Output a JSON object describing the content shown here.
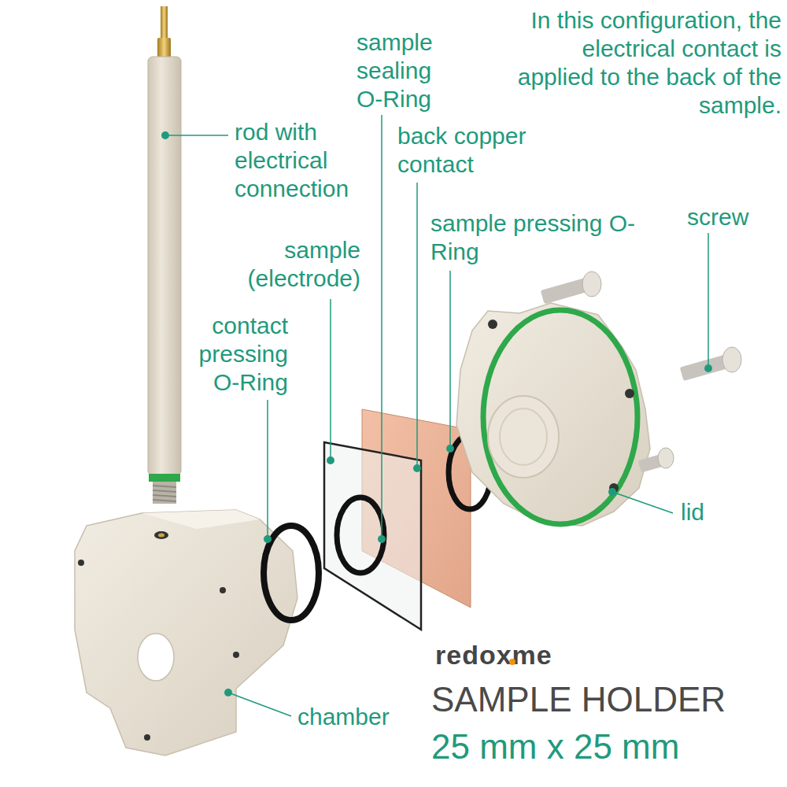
{
  "diagram": {
    "title": "SAMPLE HOLDER",
    "labels": [
      "In this configuration, the electrical contact is applied to the back of the sample.",
      "sample sealing O-Ring",
      "rod with electrical connection",
      "back copper contact",
      "sample pressing O-Ring",
      "screw",
      "sample (electrode)",
      "contact pressing O-Ring",
      "lid",
      "chamber",
      "redoxme",
      "25 mm x 25 mm"
    ]
  }
}
